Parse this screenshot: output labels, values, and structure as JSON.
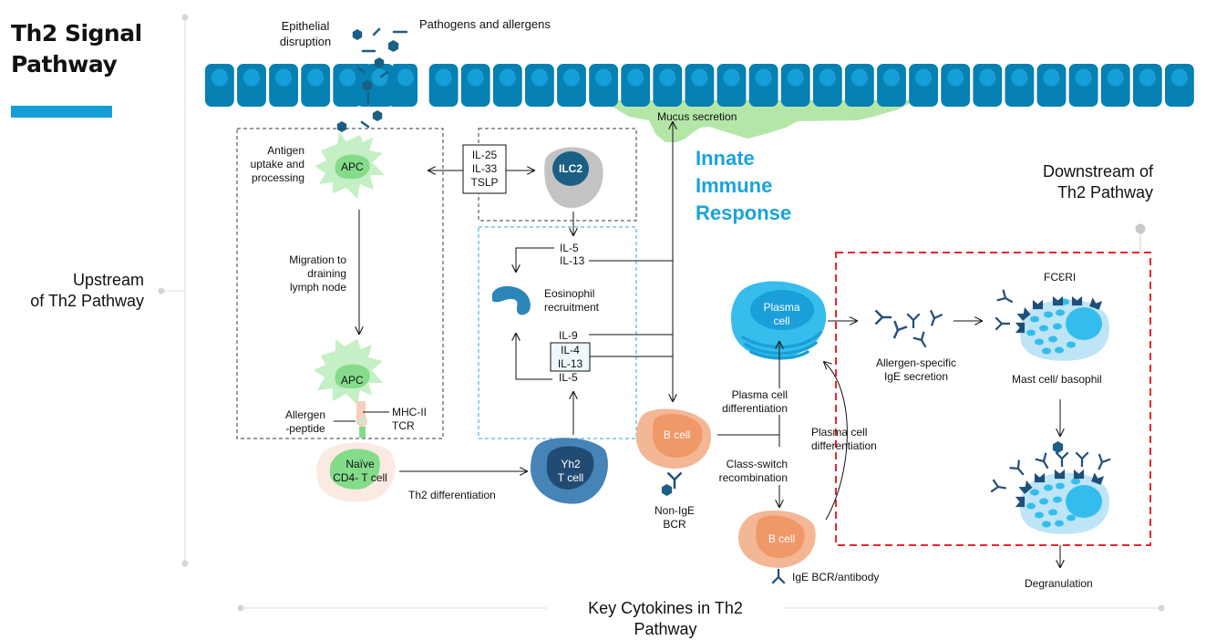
{
  "title": {
    "line1": "Th2 Signal",
    "line2": "Pathway"
  },
  "colors": {
    "accent": "#159fd8",
    "epithelium": "#0780b3",
    "nucleus": "#169fd6",
    "mucus": "#b4e6a8",
    "downstream_box": "#e8262b",
    "innate_text": "#1aa3dc"
  },
  "sections": {
    "upstream": {
      "line1": "Upstream",
      "line2": "of Th2 Pathway"
    },
    "downstream": {
      "line1": "Downstream of",
      "line2": "Th2 Pathway"
    },
    "key_cytokines": {
      "line1": "Key Cytokines in Th2",
      "line2": "Pathway"
    },
    "innate": {
      "line1": "Innate",
      "line2": "Immune",
      "line3": "Response"
    }
  },
  "epithelium": {
    "disruption_label": {
      "line1": "Epithelial",
      "line2": "disruption"
    },
    "pathogens_label": "Pathogens and allergens",
    "mucus_label": "Mucus secretion"
  },
  "upstream_box": {
    "antigen_label": {
      "line1": "Antigen",
      "line2": "uptake and",
      "line3": "processing"
    },
    "apc_label": "APC",
    "migration_label": {
      "line1": "Migration to",
      "line2": "draining",
      "line3": "lymph node"
    },
    "apc2_label": "APC",
    "allergen_label": {
      "line1": "Allergen",
      "line2": "-peptide"
    },
    "mhc_label": {
      "line1": "MHC-II",
      "line2": "TCR"
    }
  },
  "cytokine_box": {
    "line1": "IL-25",
    "line2": "IL-33",
    "line3": "TSLP"
  },
  "ilc2_label": "ILC2",
  "effector_box": {
    "il5": "IL-5",
    "il13": "IL-13",
    "eosinophil_label": {
      "line1": "Eosinophil",
      "line2": "recruitment"
    },
    "il9": "IL-9",
    "il4": "IL-4",
    "il13b": "IL-13",
    "il5b": "IL-5"
  },
  "naive_cell": {
    "line1": "Naïve",
    "line2": "CD4- T cell"
  },
  "th2_diff_label": "Th2 differentiation",
  "th2_cell": {
    "line1": "Yh2",
    "line2": "T cell"
  },
  "b_cell_1": {
    "label": "B cell",
    "bcr_label": {
      "line1": "Non-IgE",
      "line2": "BCR"
    }
  },
  "plasma_cell": {
    "line1": "Plasma",
    "line2": "cell"
  },
  "plasma_diff_1": {
    "line1": "Plasma cell",
    "line2": "differentiation"
  },
  "class_switch": {
    "line1": "Class-switch",
    "line2": "recombination"
  },
  "plasma_diff_2": {
    "line1": "Plasma cell",
    "line2": "differentiation"
  },
  "b_cell_2": {
    "label": "B cell",
    "bcr_label": "IgE BCR/antibody"
  },
  "downstream_box": {
    "ige_label": {
      "line1": "Allergen-specific",
      "line2": "IgE secretion"
    },
    "fceri_label": "FCƐRI",
    "mast_label": "Mast cell/ basophil",
    "degranulation_label": "Degranulation"
  }
}
